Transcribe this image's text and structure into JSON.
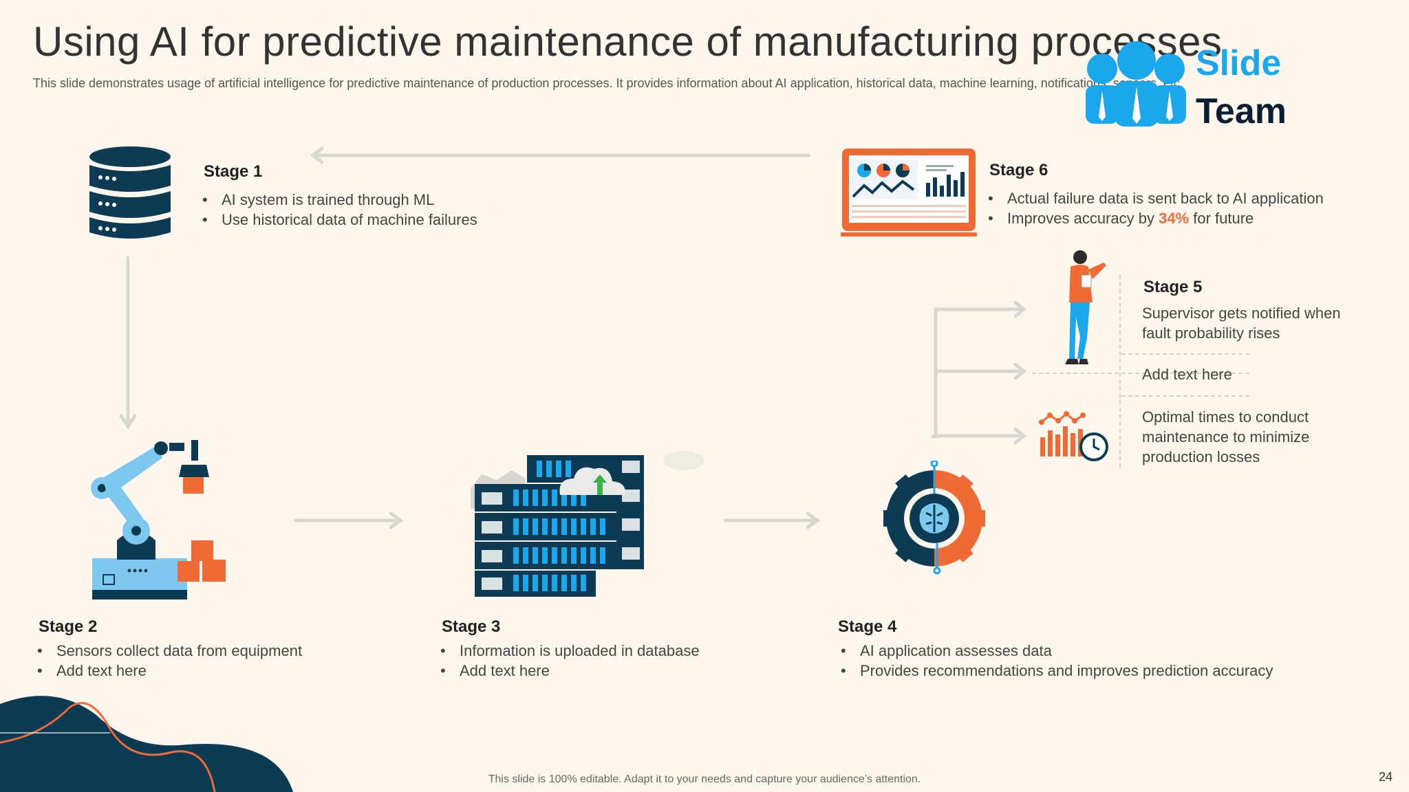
{
  "header": {
    "title": "Using AI for predictive maintenance of manufacturing processes",
    "subtitle": "This slide demonstrates usage of artificial intelligence for predictive maintenance of production processes. It provides information about AI application, historical data, machine learning, notifications, sensors, etc."
  },
  "logo": {
    "line1": "Slide",
    "line2": "Team"
  },
  "stages": {
    "s1": {
      "title": "Stage 1",
      "bullets": [
        "AI system is trained through ML",
        "Use historical data of machine failures"
      ]
    },
    "s2": {
      "title": "Stage 2",
      "bullets": [
        "Sensors collect data from equipment",
        "Add text here"
      ]
    },
    "s3": {
      "title": "Stage 3",
      "bullets": [
        "Information is uploaded in database",
        "Add text here"
      ]
    },
    "s4": {
      "title": "Stage 4",
      "bullets": [
        "AI application assesses data",
        "Provides recommendations and improves prediction accuracy"
      ]
    },
    "s5": {
      "title": "Stage 5",
      "items": [
        "Supervisor gets notified when fault probability rises",
        "Add text here",
        "Optimal times to conduct maintenance to minimize production losses"
      ]
    },
    "s6": {
      "title": "Stage 6",
      "bullet1": "Actual failure data is sent back to AI application",
      "bullet2_pre": "Improves accuracy by ",
      "bullet2_accent": "34%",
      "bullet2_post": " for future"
    }
  },
  "footer": {
    "note": "This slide is 100% editable. Adapt it to your needs and capture your audience’s attention.",
    "page": "24"
  },
  "colors": {
    "accent": "#f06a35",
    "navy": "#0d3b53",
    "lightblue": "#7cc8ef",
    "background": "#fdf6ec"
  }
}
